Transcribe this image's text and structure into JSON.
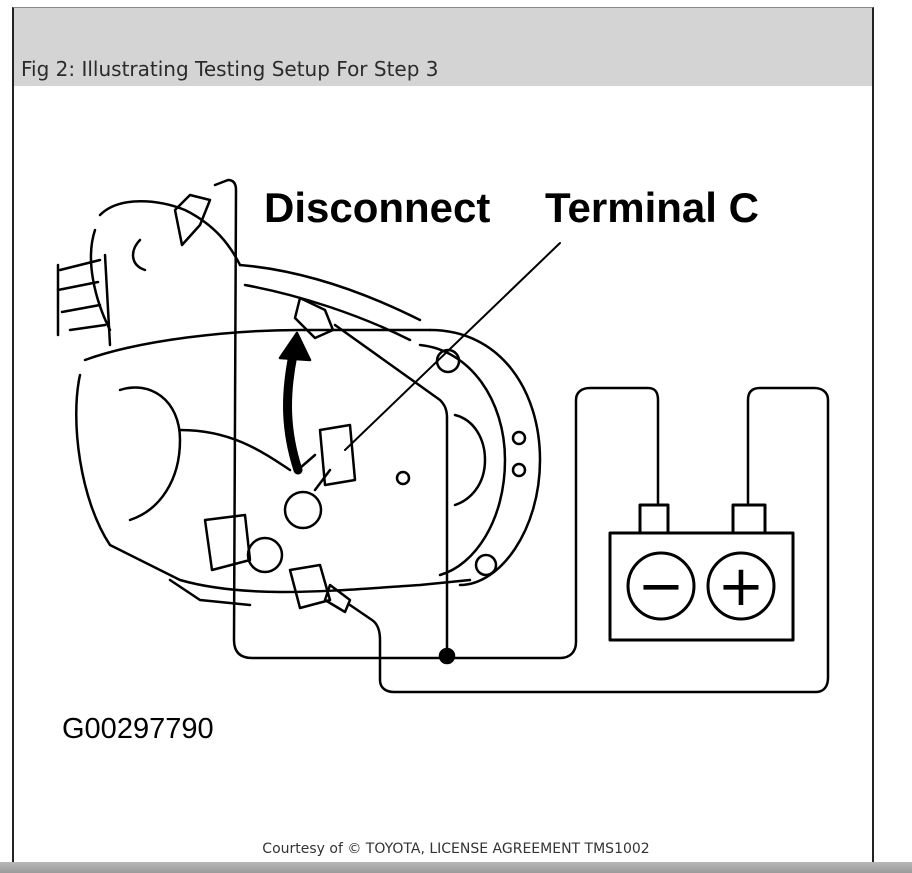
{
  "figure": {
    "title": "Fig 2: Illustrating Testing Setup For Step 3",
    "labels": {
      "disconnect": "Disconnect",
      "terminal_c": "Terminal C",
      "figure_code": "G00297790"
    },
    "battery": {
      "negative_symbol": "−",
      "positive_symbol": "+"
    },
    "courtesy": "Courtesy of © TOYOTA, LICENSE AGREEMENT TMS1002"
  }
}
